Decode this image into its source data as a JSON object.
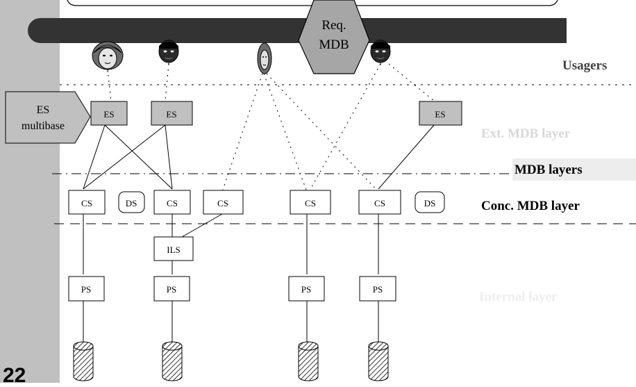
{
  "slide": {
    "page_number": "22",
    "colors": {
      "side_band": "#c0c0c0",
      "bus_bar": "#333333",
      "shaded_box": "#c0c0c0",
      "hexagon": "#a6a6a6",
      "label_dark": "#404040",
      "label_light": "#d8d8d8",
      "label_faint": "#eeeeee",
      "highlight_band": "#ededed"
    }
  },
  "hexagon": {
    "line1": "Req.",
    "line2": "MDB"
  },
  "callout": {
    "line1": "ES",
    "line2": "multibase"
  },
  "users": [
    {
      "icon": "woman-face-icon"
    },
    {
      "icon": "man-face-icon"
    },
    {
      "icon": "woman-face-icon"
    },
    {
      "icon": "man-face-icon"
    }
  ],
  "layer_labels": {
    "usagers": "Usagers",
    "ext_mdb": "Ext. MDB layer",
    "mdb_layers": "MDB layers",
    "conc_mdb": "Conc. MDB layer",
    "internal": "Internal layer"
  },
  "nodes": {
    "es": [
      "ES",
      "ES",
      "ES"
    ],
    "cs": [
      "CS",
      "CS",
      "CS",
      "CS",
      "CS"
    ],
    "ds": [
      "DS",
      "DS"
    ],
    "ils": "ILS",
    "ps": [
      "PS",
      "PS",
      "PS",
      "PS"
    ]
  },
  "databases": [
    {
      "icon": "database-cylinder-icon"
    },
    {
      "icon": "database-cylinder-icon"
    },
    {
      "icon": "database-cylinder-icon"
    },
    {
      "icon": "database-cylinder-icon"
    }
  ]
}
